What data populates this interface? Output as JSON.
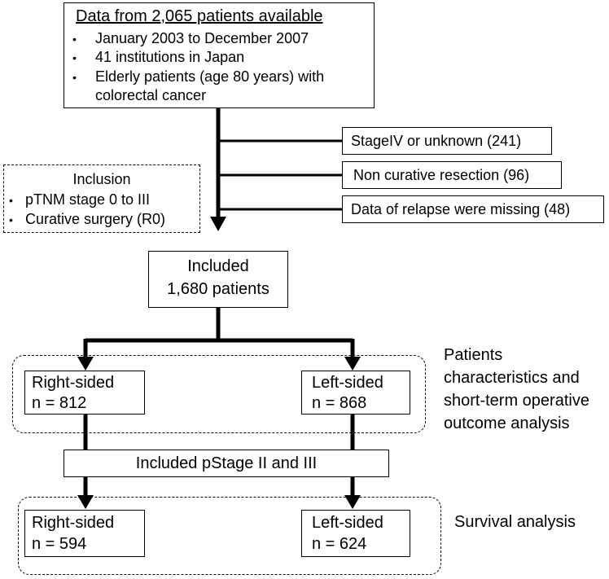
{
  "top": {
    "title": "Data from 2,065 patients available",
    "bullets": [
      "January 2003 to December 2007",
      "41 institutions in Japan",
      "Elderly patients (age 80 years)   with",
      "colorectal cancer"
    ]
  },
  "inclusion": {
    "title": "Inclusion",
    "items": [
      "pTNM stage 0 to III",
      "Curative surgery (R0)"
    ]
  },
  "exclusions": [
    "StageIV or unknown (241)",
    "Non curative resection (96)",
    "Data of relapse were missing (48)"
  ],
  "included": {
    "line1": "Included",
    "line2": "1,680 patients"
  },
  "group1": {
    "right": {
      "label": "Right-sided",
      "n": "n = 812"
    },
    "left": {
      "label": "Left-sided",
      "n": "n = 868"
    },
    "note": [
      "Patients",
      "characteristics and",
      "short-term operative",
      "outcome analysis"
    ]
  },
  "stage_filter": "Included pStage II and III",
  "group2": {
    "right": {
      "label": "Right-sided",
      "n": "n = 594"
    },
    "left": {
      "label": "Left-sided",
      "n": "n = 624"
    },
    "note": "Survival analysis"
  }
}
